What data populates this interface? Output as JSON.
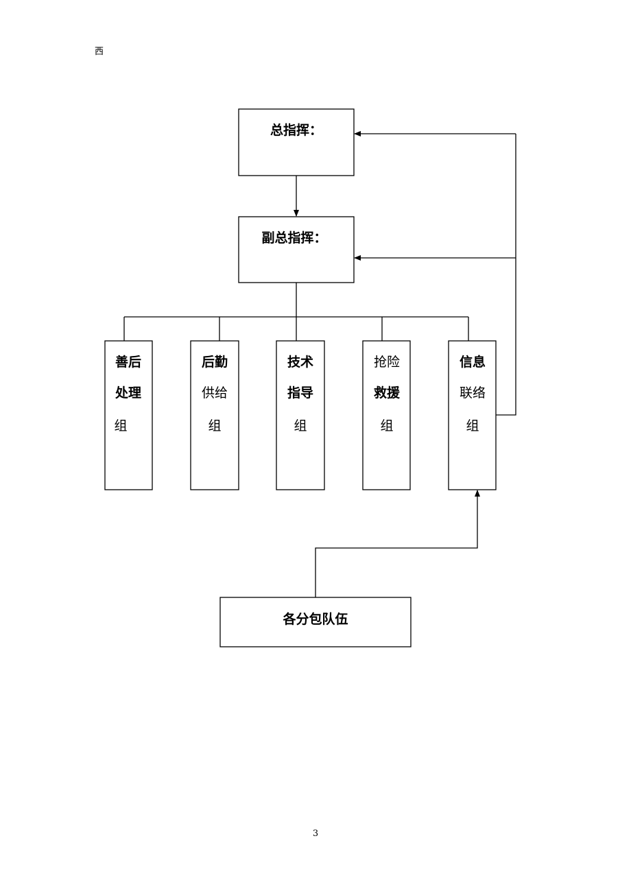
{
  "header": {
    "corner_char": "西"
  },
  "diagram": {
    "commander": "总指挥：",
    "deputy_commander": "副总指挥：",
    "groups": [
      {
        "lines": [
          "善后",
          "处理",
          "组"
        ]
      },
      {
        "lines": [
          "后勤",
          "供给",
          "组"
        ]
      },
      {
        "lines": [
          "技术",
          "指导",
          "组"
        ]
      },
      {
        "lines": [
          "抢险",
          "救援",
          "组"
        ]
      },
      {
        "lines": [
          "信息",
          "联络",
          "组"
        ]
      }
    ],
    "subcontractors": "各分包队伍"
  },
  "footer": {
    "page_number": "3"
  }
}
